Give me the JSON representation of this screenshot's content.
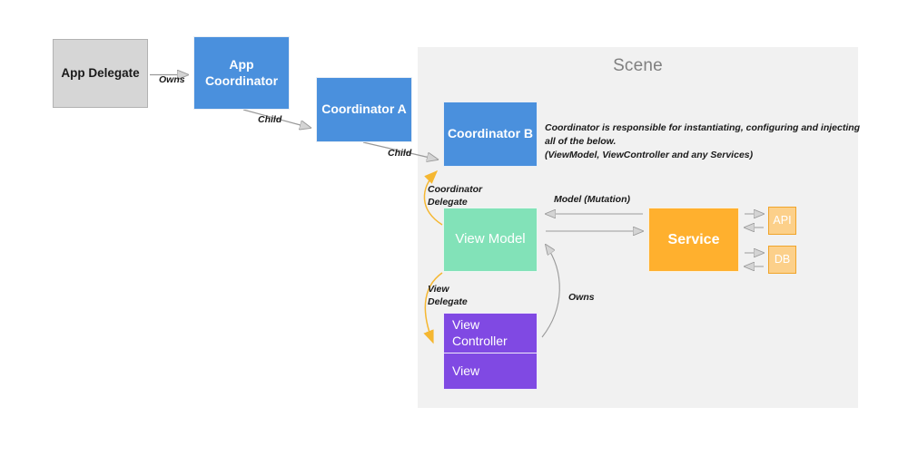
{
  "scene": {
    "title": "Scene",
    "note": "Coordinator is responsible for instantiating, configuring and injecting all of the below.\n(ViewModel, ViewController and any Services)"
  },
  "nodes": {
    "app_delegate": {
      "label": "App Delegate",
      "color": "#d6d6d6",
      "text_color": "#1a1a1a"
    },
    "app_coordinator": {
      "label": "App\nCoordinator",
      "color": "#4a90dd",
      "text_color": "#ffffff"
    },
    "coordinator_a": {
      "label": "Coordinator A",
      "color": "#4a90dd",
      "text_color": "#ffffff"
    },
    "coordinator_b": {
      "label": "Coordinator B",
      "color": "#4a90dd",
      "text_color": "#ffffff"
    },
    "view_model": {
      "label": "View Model",
      "color": "#82e2b8",
      "text_color": "#ffffff"
    },
    "service": {
      "label": "Service",
      "color": "#ffb02e",
      "text_color": "#ffffff"
    },
    "api": {
      "label": "API",
      "color": "#fcd08a",
      "text_color": "#ffffff"
    },
    "db": {
      "label": "DB",
      "color": "#fcd08a",
      "text_color": "#ffffff"
    },
    "view_controller": {
      "label": "View\nController",
      "color": "#8049e3",
      "text_color": "#ffffff"
    },
    "view": {
      "label": "View",
      "color": "#8049e3",
      "text_color": "#ffffff"
    }
  },
  "edges": {
    "owns_delegate_to_coordinator": "Owns",
    "child_appcoordinator_to_a": "Child",
    "child_a_to_b": "Child",
    "coordinator_delegate": "Coordinator\nDelegate",
    "view_delegate": "View\nDelegate",
    "model_mutation": "Model (Mutation)",
    "owns_viewcontroller_to_viewmodel": "Owns"
  },
  "colors": {
    "scene_background": "#f1f1f1",
    "page_background": "#ffffff",
    "blue": "#4a90dd",
    "green": "#82e2b8",
    "orange": "#ffb02e",
    "light_orange": "#fcd08a",
    "purple": "#8049e3",
    "gray_box": "#d6d6d6",
    "arrow_gray": "#9a9a9a",
    "arrow_yellow": "#f5b731",
    "scene_title": "#808080"
  }
}
